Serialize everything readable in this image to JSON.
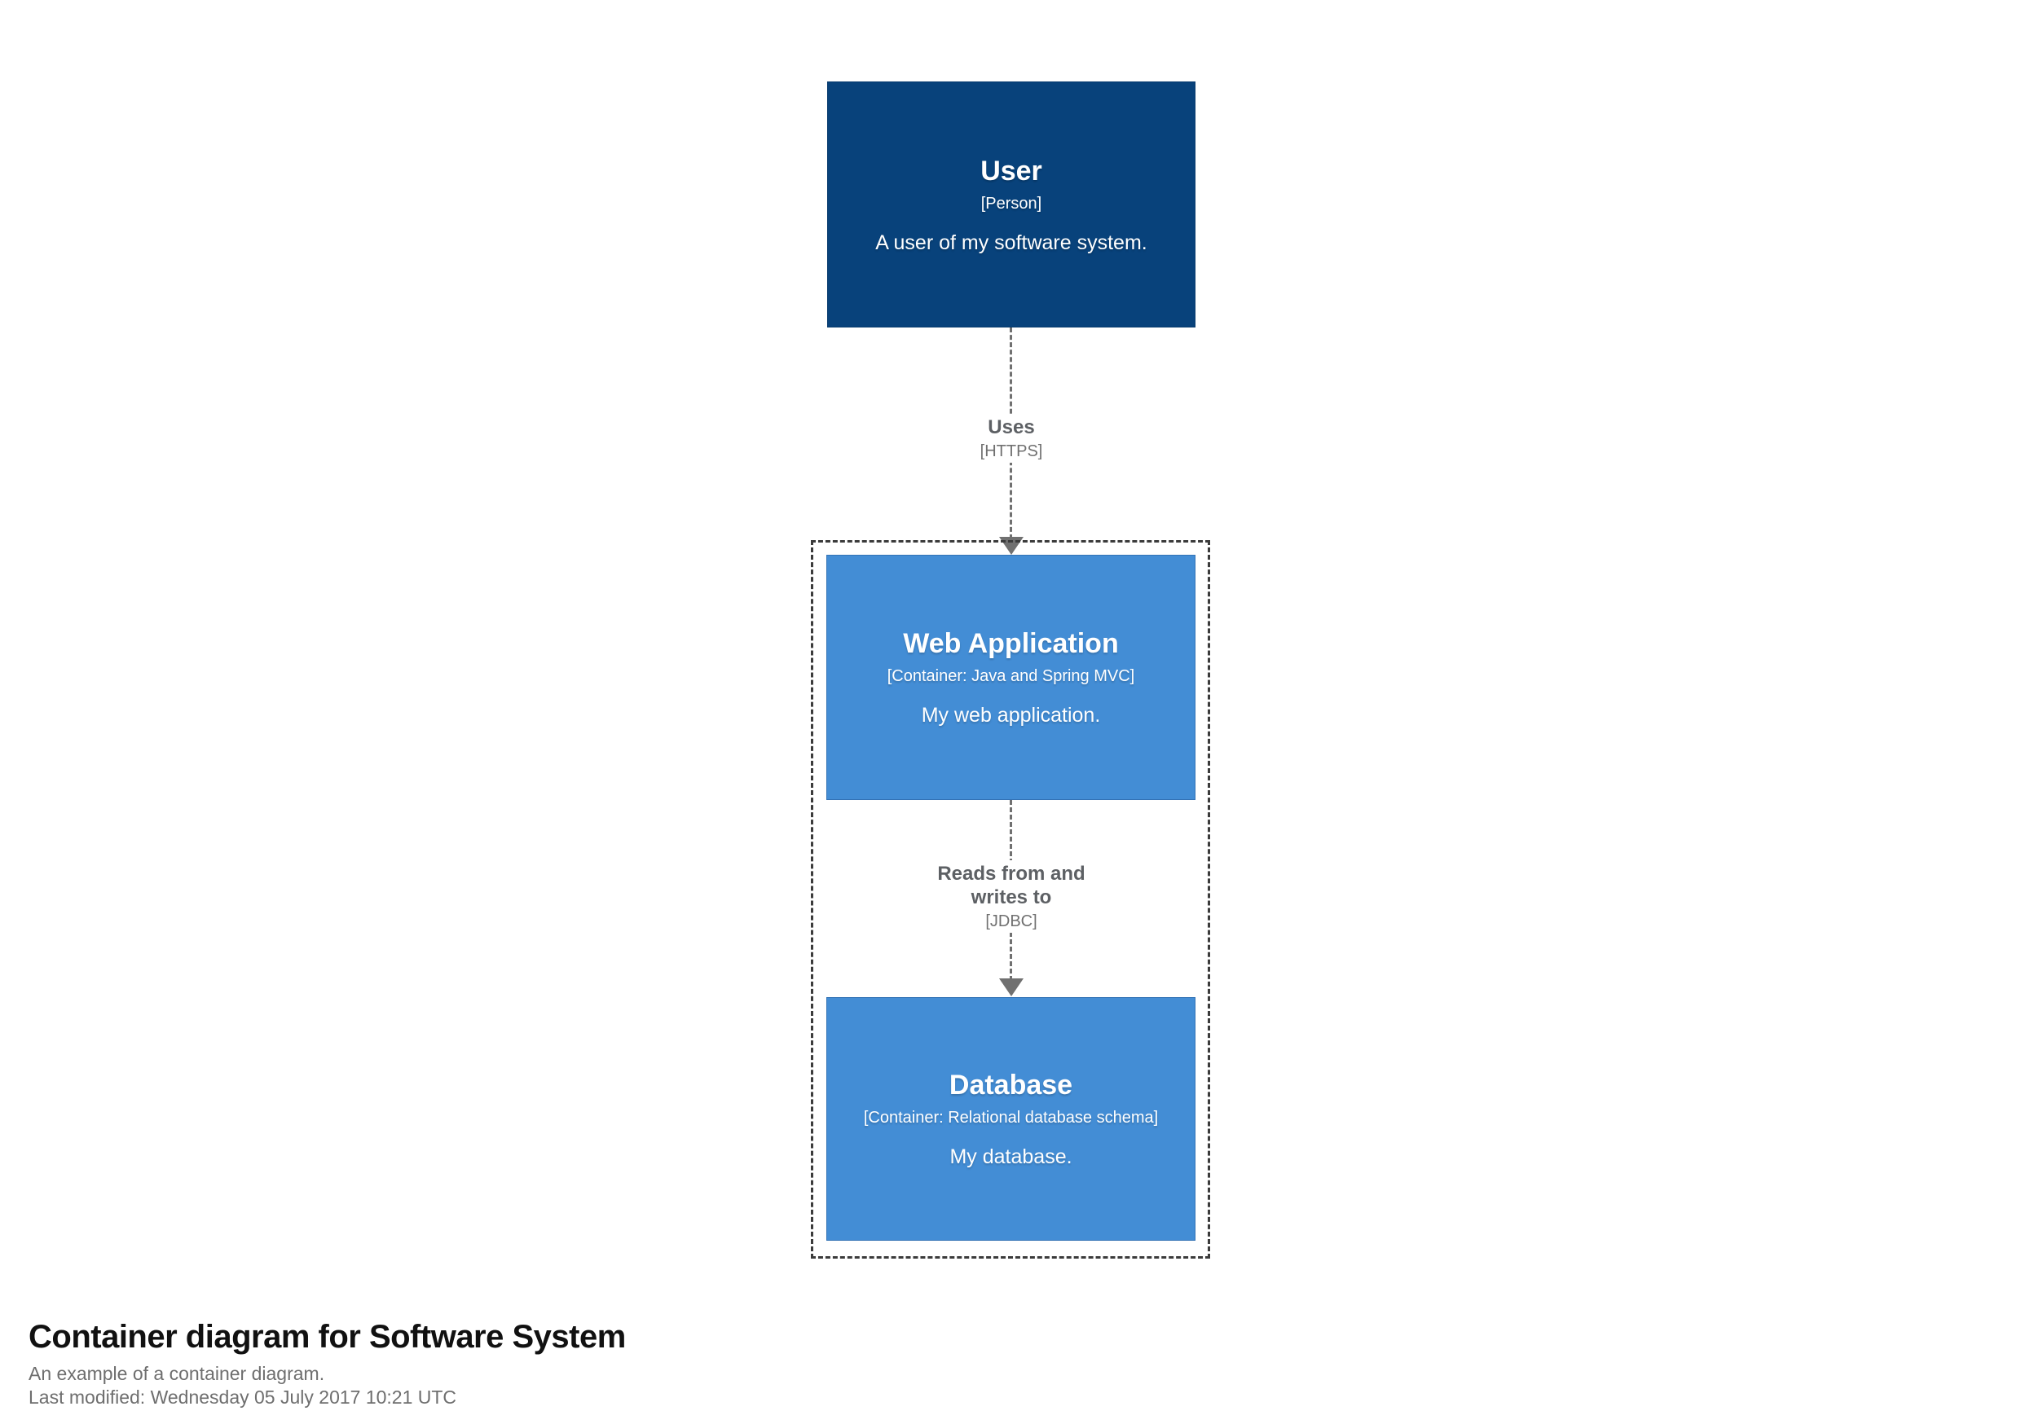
{
  "diagram": {
    "person": {
      "name": "User",
      "meta": "[Person]",
      "description": "A user of my software system."
    },
    "relationship_uses": {
      "name": "Uses",
      "technology": "[HTTPS]"
    },
    "container_web": {
      "name": "Web Application",
      "meta": "[Container: Java and Spring MVC]",
      "description": "My web application."
    },
    "relationship_jdbc": {
      "name": "Reads from and writes to",
      "technology": "[JDBC]"
    },
    "container_db": {
      "name": "Database",
      "meta": "[Container: Relational database schema]",
      "description": "My database."
    }
  },
  "footer": {
    "title": "Container diagram for Software System",
    "subtitle": "An example of a container diagram.",
    "last_modified": "Last modified: Wednesday 05 July 2017 10:21 UTC"
  },
  "colors": {
    "person_fill": "#08427b",
    "container_fill": "#438dd5",
    "relationship": "#707070",
    "boundary_border": "#3b3b3b",
    "node_text": "#ffffff",
    "footer_title": "#111111",
    "footer_text": "#6e6e6e",
    "background": "#ffffff"
  }
}
